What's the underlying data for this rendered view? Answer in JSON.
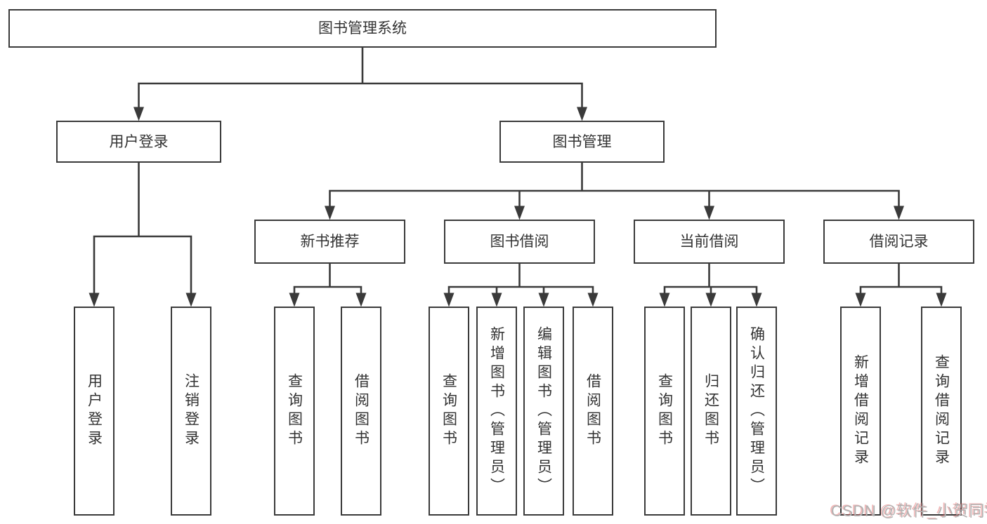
{
  "colors": {
    "line": "#3a3a3a",
    "text": "#333333",
    "background": "#ffffff",
    "watermark_gray": "#b2b2b2",
    "watermark_red": "#e05c5c"
  },
  "nodes": {
    "root": {
      "label": "图书管理系统"
    },
    "user_login": {
      "label": "用户登录"
    },
    "book_management": {
      "label": "图书管理"
    },
    "new_book_recommend": {
      "label": "新书推荐"
    },
    "book_borrow": {
      "label": "图书借阅"
    },
    "current_borrow": {
      "label": "当前借阅"
    },
    "borrow_records": {
      "label": "借阅记录"
    },
    "leaf_user_login": {
      "label": "用户登录"
    },
    "leaf_logout": {
      "label": "注销登录"
    },
    "leaf_query_book_newrec": {
      "label": "查询图书"
    },
    "leaf_borrow_book_newrec": {
      "label": "借阅图书"
    },
    "leaf_query_book_borrow": {
      "label": "查询图书"
    },
    "leaf_add_book_admin": {
      "label": "新增图书（管理员）"
    },
    "leaf_edit_book_admin": {
      "label": "编辑图书（管理员）"
    },
    "leaf_borrow_book_borrow": {
      "label": "借阅图书"
    },
    "leaf_query_book_current": {
      "label": "查询图书"
    },
    "leaf_return_book": {
      "label": "归还图书"
    },
    "leaf_confirm_return_admin": {
      "label": "确认归还（管理员）"
    },
    "leaf_add_borrow_record": {
      "label": "新增借阅记录"
    },
    "leaf_query_borrow_record": {
      "label": "查询借阅记录"
    }
  },
  "watermark": {
    "text": "CSDN @软件_小贺同学"
  }
}
